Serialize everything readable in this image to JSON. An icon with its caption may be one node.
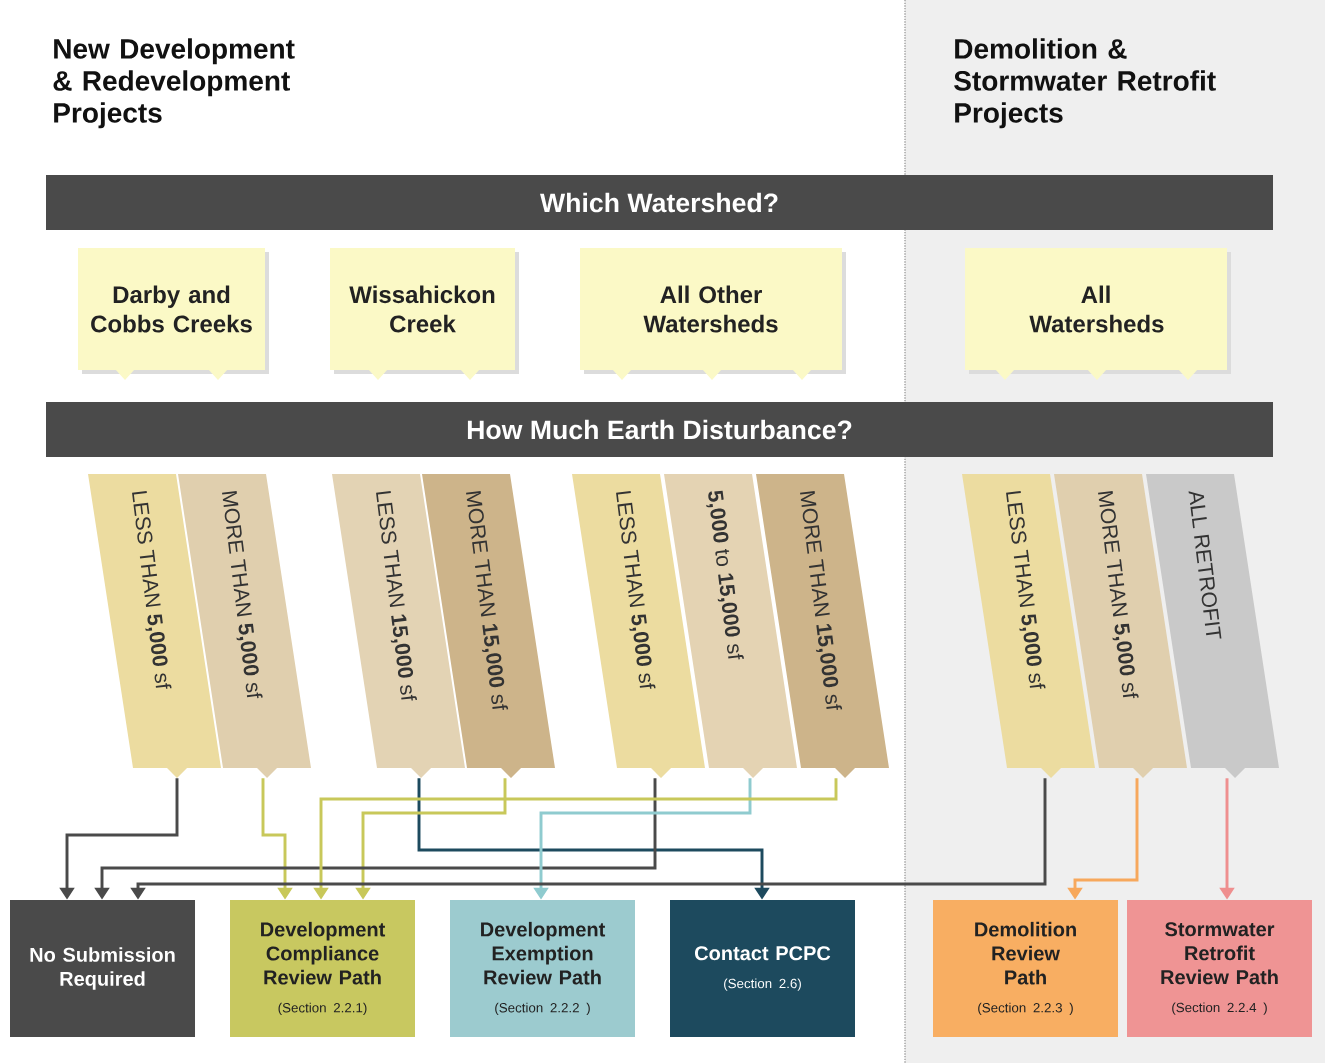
{
  "diagram": {
    "nodes": [
      {
        "text": [
          "Which Watershed?"
        ]
      },
      {
        "text": [
          "Darby and Cobbs Creeks"
        ]
      },
      {
        "text": [
          "Wissahickon Creek"
        ]
      },
      {
        "text": [
          "All Other Watersheds"
        ]
      },
      {
        "text": [
          "All Watersheds"
        ]
      },
      {
        "text": [
          "How Much Earth Disturbance?"
        ]
      },
      {
        "text": [
          "LESS THAN **5,000** sf"
        ]
      },
      {
        "text": [
          "MORE THAN **5,000** sf"
        ]
      },
      {
        "text": [
          "LESS THAN **15,000** sf"
        ]
      },
      {
        "text": [
          "MORE THAN **15,000** sf"
        ]
      },
      {
        "text": [
          "LESS THAN **5,000** sf"
        ]
      },
      {
        "text": [
          "**5,000** to **15,000** sf"
        ]
      },
      {
        "text": [
          "MORE THAN **15,000** sf"
        ]
      },
      {
        "text": [
          "LESS THAN **5,000** sf"
        ]
      },
      {
        "text": [
          "MORE THAN **5,000** sf"
        ]
      },
      {
        "text": [
          "ALL RETROFIT"
        ]
      },
      {
        "text": [
          "No Submission Required"
        ]
      },
      {
        "text": [
          "Development Compliance Review Path",
          "(Section 2.2.1)"
        ]
      },
      {
        "text": [
          "Development Exemption Review Path",
          "(Section 2.2.2 )"
        ]
      },
      {
        "text": [
          "Contact PCPC",
          "(Section 2.6)"
        ]
      },
      {
        "text": [
          "Demolition Review Path",
          "(Section 2.2.3 )"
        ]
      },
      {
        "text": [
          "Stormwater Retrofit Review Path",
          "(Section 2.2.4 )"
        ]
      }
    ],
    "edges": [
      {
        "from": 6,
        "to": 16,
        "arrow": "to"
      },
      {
        "from": 7,
        "to": 17,
        "arrow": "to",
        "color": "#c8c85a"
      },
      {
        "from": 8,
        "to": 19,
        "arrow": "to",
        "color": "#1d4a5e"
      },
      {
        "from": 9,
        "to": 17,
        "arrow": "to",
        "color": "#c8c85a"
      },
      {
        "from": 10,
        "to": 16,
        "arrow": "to"
      },
      {
        "from": 11,
        "to": 18,
        "arrow": "to",
        "color": "#8fcbcf"
      },
      {
        "from": 12,
        "to": 17,
        "arrow": "to",
        "color": "#c8c85a"
      },
      {
        "from": 13,
        "to": 16,
        "arrow": "to"
      },
      {
        "from": 14,
        "to": 20,
        "arrow": "to",
        "color": "#f7a85c"
      },
      {
        "from": 15,
        "to": 21,
        "arrow": "to",
        "color": "#ef8f8f"
      }
    ],
    "labels": [
      "New Development & Redevelopment Projects",
      "Demolition & Stormwater Retrofit Projects"
    ]
  }
}
